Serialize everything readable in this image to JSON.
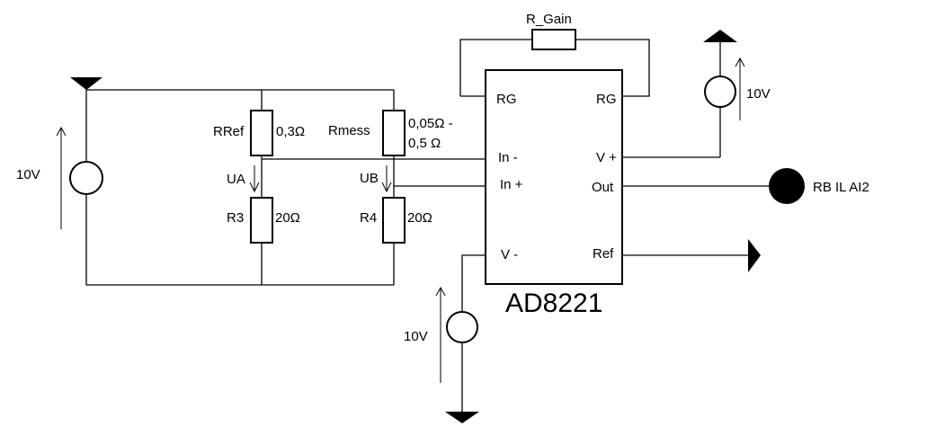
{
  "components": {
    "r_gain": "R_Gain",
    "r_ref": {
      "name": "RRef",
      "value": "0,3Ω"
    },
    "r_mess": {
      "name": "Rmess",
      "value_line1": "0,05Ω -",
      "value_line2": "0,5 Ω"
    },
    "r3": {
      "name": "R3",
      "value": "20Ω"
    },
    "r4": {
      "name": "R4",
      "value": "20Ω"
    },
    "ua": "UA",
    "ub": "UB",
    "source_bridge": "10V",
    "source_vplus": "10V",
    "source_vminus": "10V",
    "output_node": "RB IL AI2"
  },
  "amplifier": {
    "name": "AD8221",
    "pins": {
      "rg_left": "RG",
      "rg_right": "RG",
      "in_minus": "In -",
      "in_plus": "In +",
      "v_plus": "V +",
      "out": "Out",
      "v_minus": "V -",
      "ref": "Ref"
    }
  }
}
